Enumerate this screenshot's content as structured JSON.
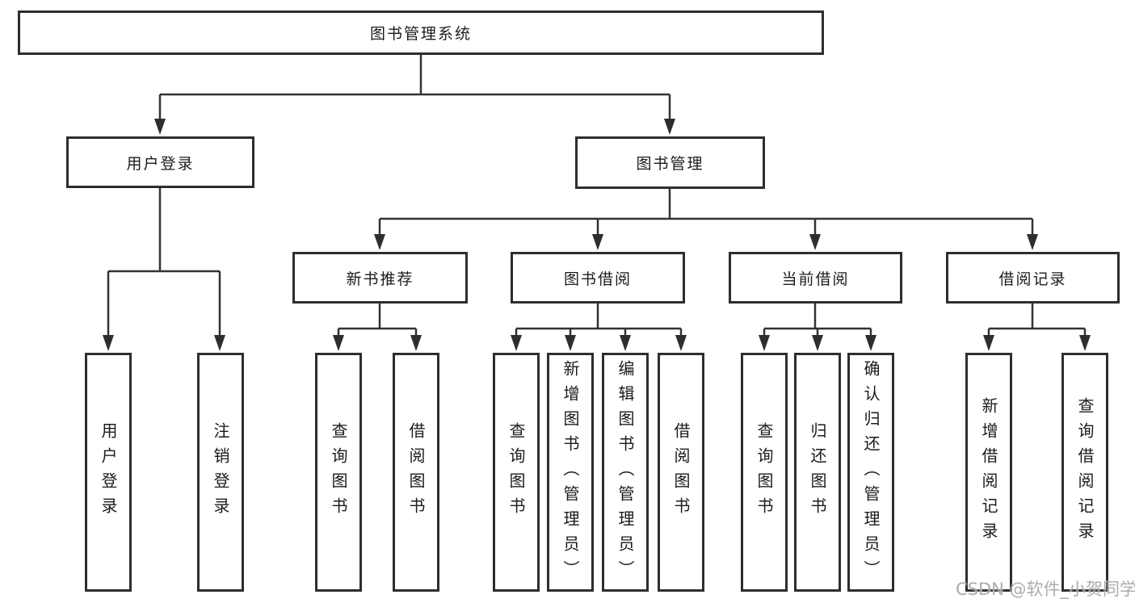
{
  "diagram": {
    "title": "图书管理系统",
    "tree": {
      "root": {
        "label": "图书管理系统"
      },
      "level2": [
        {
          "id": "user-login",
          "label": "用户登录",
          "parent": "root"
        },
        {
          "id": "book-mgmt",
          "label": "图书管理",
          "parent": "root"
        }
      ],
      "level3": [
        {
          "id": "new-book-rec",
          "label": "新书推荐",
          "parent": "book-mgmt"
        },
        {
          "id": "book-borrow",
          "label": "图书借阅",
          "parent": "book-mgmt"
        },
        {
          "id": "cur-borrow",
          "label": "当前借阅",
          "parent": "book-mgmt"
        },
        {
          "id": "borrow-rec",
          "label": "借阅记录",
          "parent": "book-mgmt"
        }
      ],
      "leaves": [
        {
          "label": "用户登录",
          "parent": "user-login"
        },
        {
          "label": "注销登录",
          "parent": "user-login"
        },
        {
          "label": "查询图书",
          "parent": "new-book-rec"
        },
        {
          "label": "借阅图书",
          "parent": "new-book-rec"
        },
        {
          "label": "查询图书",
          "parent": "book-borrow"
        },
        {
          "label": "新增图书（管理员）",
          "parent": "book-borrow"
        },
        {
          "label": "编辑图书（管理员）",
          "parent": "book-borrow"
        },
        {
          "label": "借阅图书",
          "parent": "book-borrow"
        },
        {
          "label": "查询图书",
          "parent": "cur-borrow"
        },
        {
          "label": "归还图书",
          "parent": "cur-borrow"
        },
        {
          "label": "确认归还（管理员）",
          "parent": "cur-borrow"
        },
        {
          "label": "新增借阅记录",
          "parent": "borrow-rec"
        },
        {
          "label": "查询借阅记录",
          "parent": "borrow-rec"
        }
      ]
    },
    "colors": {
      "box_border": "#2e2e2e",
      "connector": "#333333",
      "text": "#1b1b1b",
      "watermark": "#9e9e9e",
      "background": "#ffffff"
    }
  },
  "watermark": {
    "text": "CSDN @软件_小贺同学"
  }
}
